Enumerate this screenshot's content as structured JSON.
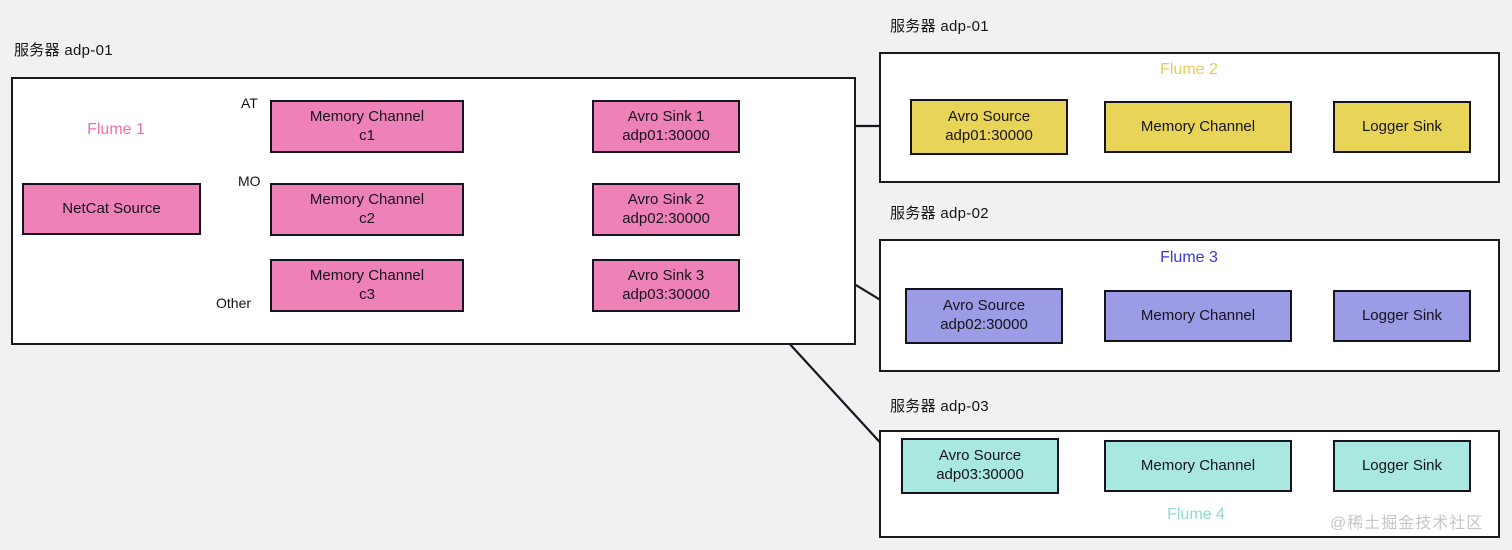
{
  "page": {
    "background": "#f1f1f1",
    "watermark": "@稀土掘金技术社区"
  },
  "colors": {
    "pink": "#ee81b8",
    "yellow": "#e8d558",
    "purple": "#9b9be6",
    "teal": "#a9e8e0",
    "flume1_caption": "#ef6fae",
    "flume2_caption": "#e2cc5c",
    "flume3_caption": "#3a3ad6",
    "flume4_caption": "#8ddad4",
    "border": "#17141f",
    "panel_border": "#1a1a1a",
    "panel_fill": "#ffffff"
  },
  "servers": [
    {
      "id": "left",
      "label": "服务器 adp-01"
    },
    {
      "id": "r1",
      "label": "服务器 adp-01"
    },
    {
      "id": "r2",
      "label": "服务器 adp-02"
    },
    {
      "id": "r3",
      "label": "服务器 adp-03"
    }
  ],
  "flume1": {
    "caption": "Flume 1",
    "source": {
      "line1": "NetCat Source",
      "line2": ""
    },
    "branch_labels": [
      "AT",
      "MO",
      "Other"
    ],
    "channels": [
      {
        "line1": "Memory Channel",
        "line2": "c1"
      },
      {
        "line1": "Memory Channel",
        "line2": "c2"
      },
      {
        "line1": "Memory Channel",
        "line2": "c3"
      }
    ],
    "sinks": [
      {
        "line1": "Avro Sink 1",
        "line2": "adp01:30000"
      },
      {
        "line1": "Avro Sink 2",
        "line2": "adp02:30000"
      },
      {
        "line1": "Avro Sink 3",
        "line2": "adp03:30000"
      }
    ]
  },
  "flume2": {
    "caption": "Flume 2",
    "nodes": [
      {
        "line1": "Avro Source",
        "line2": "adp01:30000"
      },
      {
        "line1": "Memory Channel",
        "line2": ""
      },
      {
        "line1": "Logger Sink",
        "line2": ""
      }
    ]
  },
  "flume3": {
    "caption": "Flume 3",
    "nodes": [
      {
        "line1": "Avro Source",
        "line2": "adp02:30000"
      },
      {
        "line1": "Memory Channel",
        "line2": ""
      },
      {
        "line1": "Logger Sink",
        "line2": ""
      }
    ]
  },
  "flume4": {
    "caption": "Flume 4",
    "nodes": [
      {
        "line1": "Avro Source",
        "line2": "adp03:30000"
      },
      {
        "line1": "Memory Channel",
        "line2": ""
      },
      {
        "line1": "Logger Sink",
        "line2": ""
      }
    ]
  }
}
